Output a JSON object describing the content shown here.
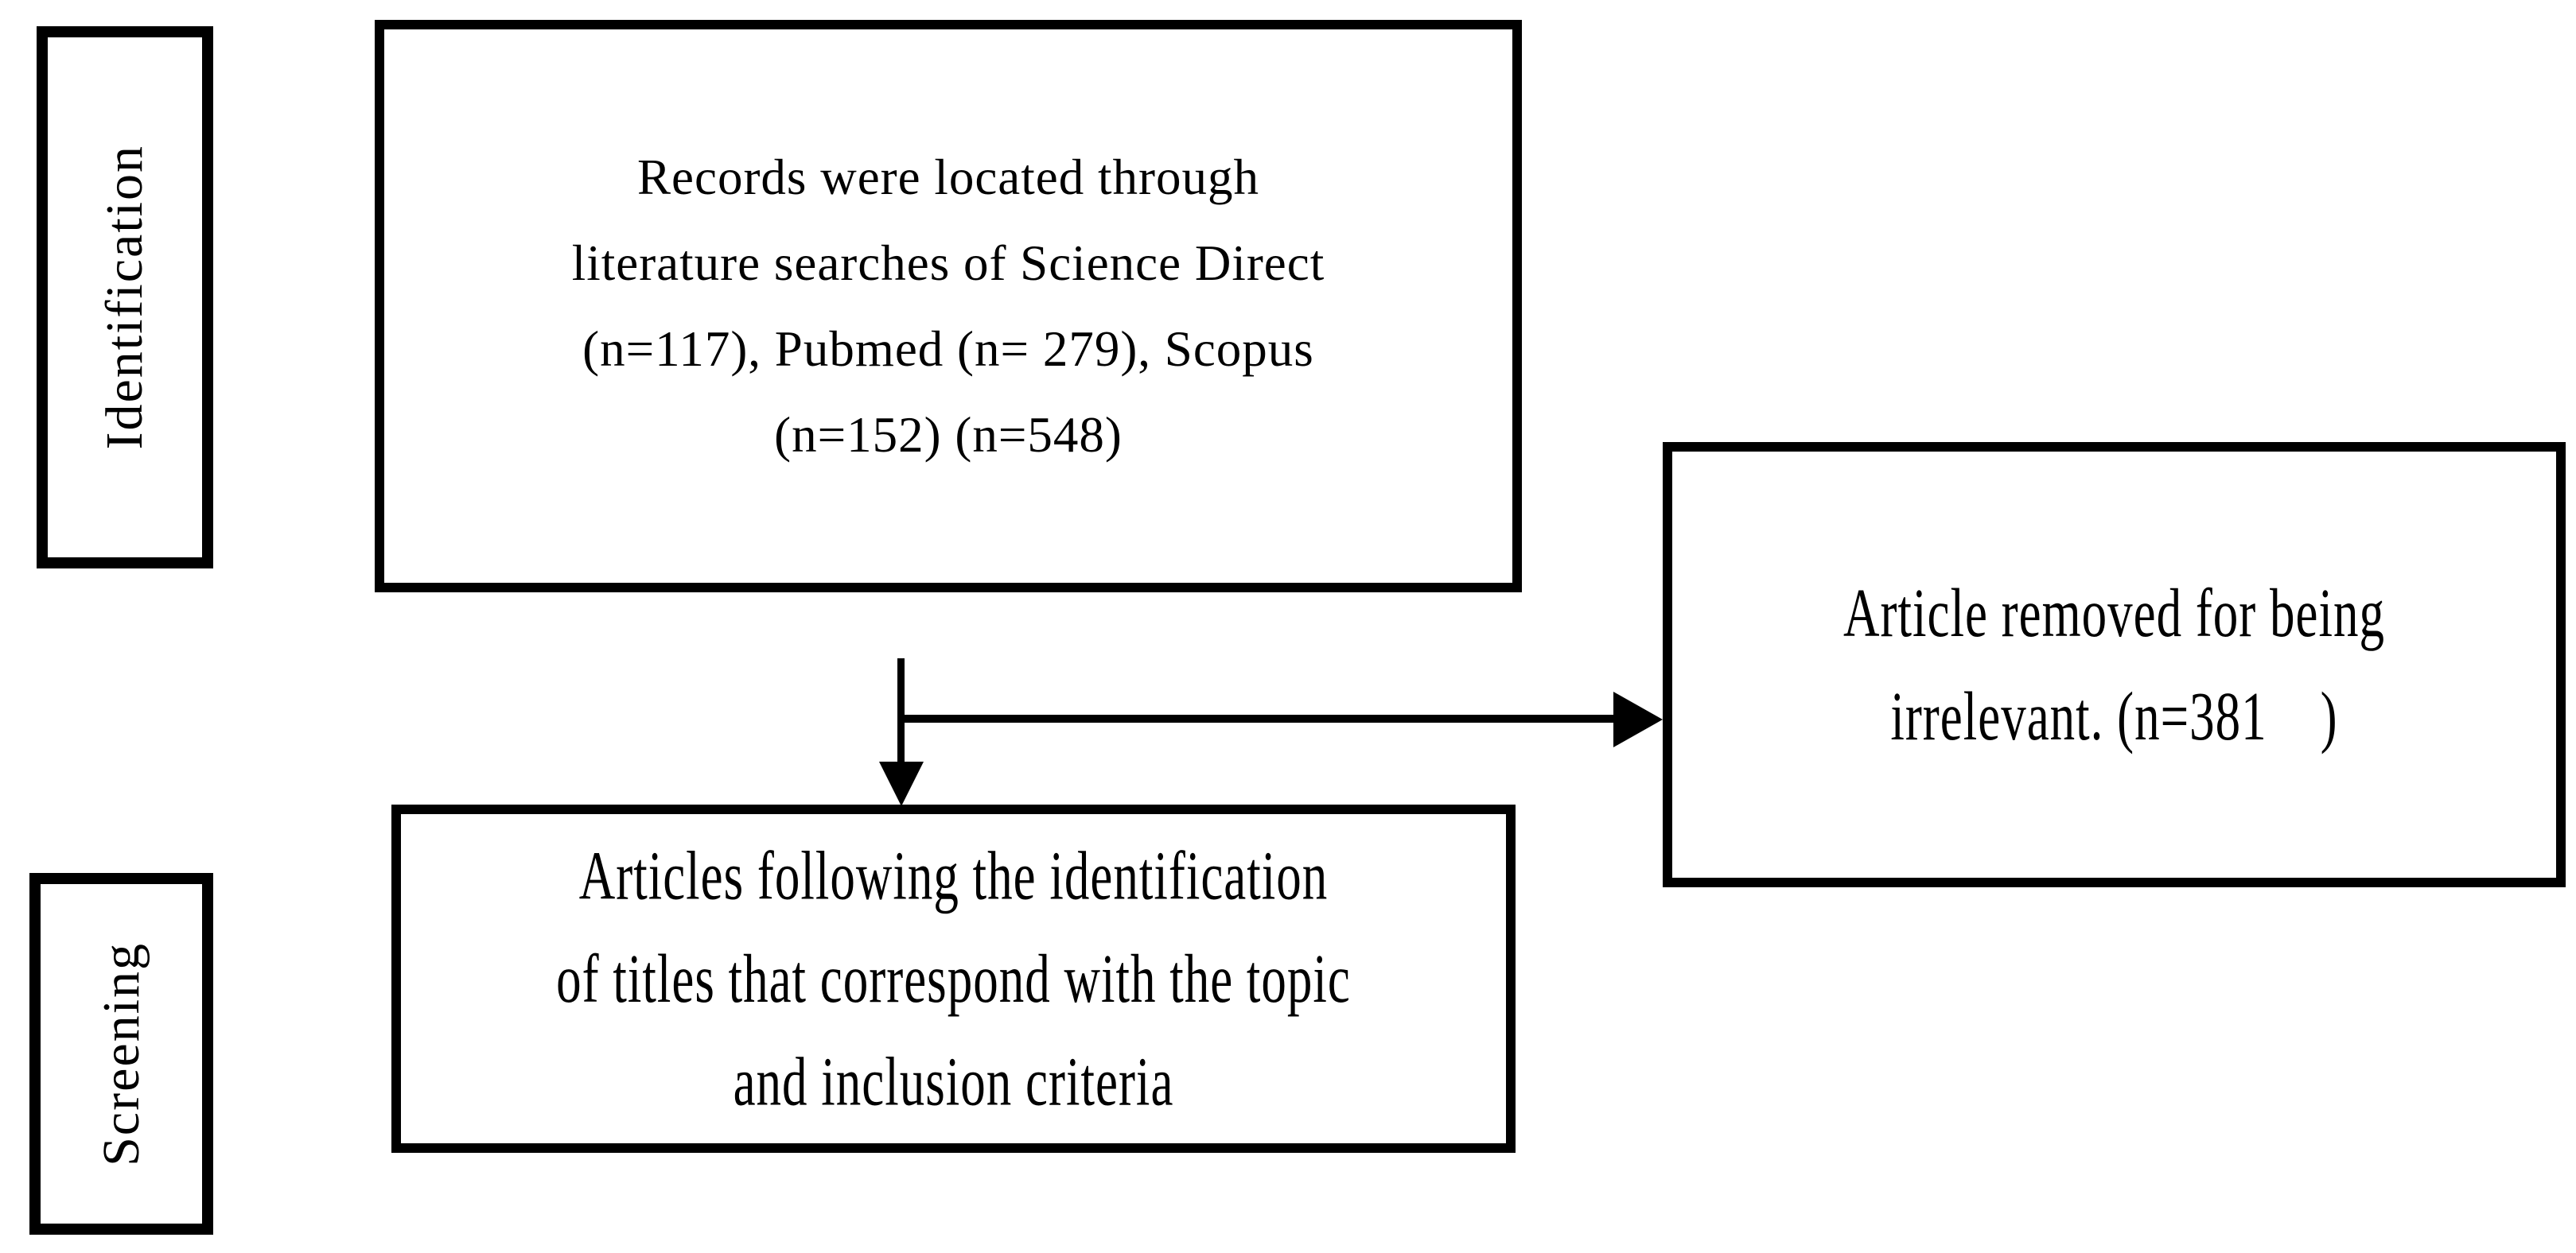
{
  "diagram": {
    "type": "prisma-flowchart",
    "background_color": "#ffffff",
    "line_color": "#000000",
    "text_color": "#000000",
    "stages": {
      "identification": {
        "label": "Identification"
      },
      "screening": {
        "label": "Screening"
      }
    },
    "boxes": {
      "records": {
        "lines": [
          "Records were located through",
          "literature searches of Science Direct",
          "(n=117), Pubmed (n= 279), Scopus",
          "(n=152) (n=548)"
        ]
      },
      "removed": {
        "lines": [
          "Article removed for being",
          "irrelevant. (n=381    )"
        ]
      },
      "screened": {
        "lines": [
          "Articles following the identification",
          "of titles that correspond with the topic",
          "and inclusion criteria"
        ]
      }
    },
    "counts": {
      "science_direct": 117,
      "pubmed": 279,
      "scopus": 152,
      "total_identified": 548,
      "removed_irrelevant": 381
    }
  }
}
